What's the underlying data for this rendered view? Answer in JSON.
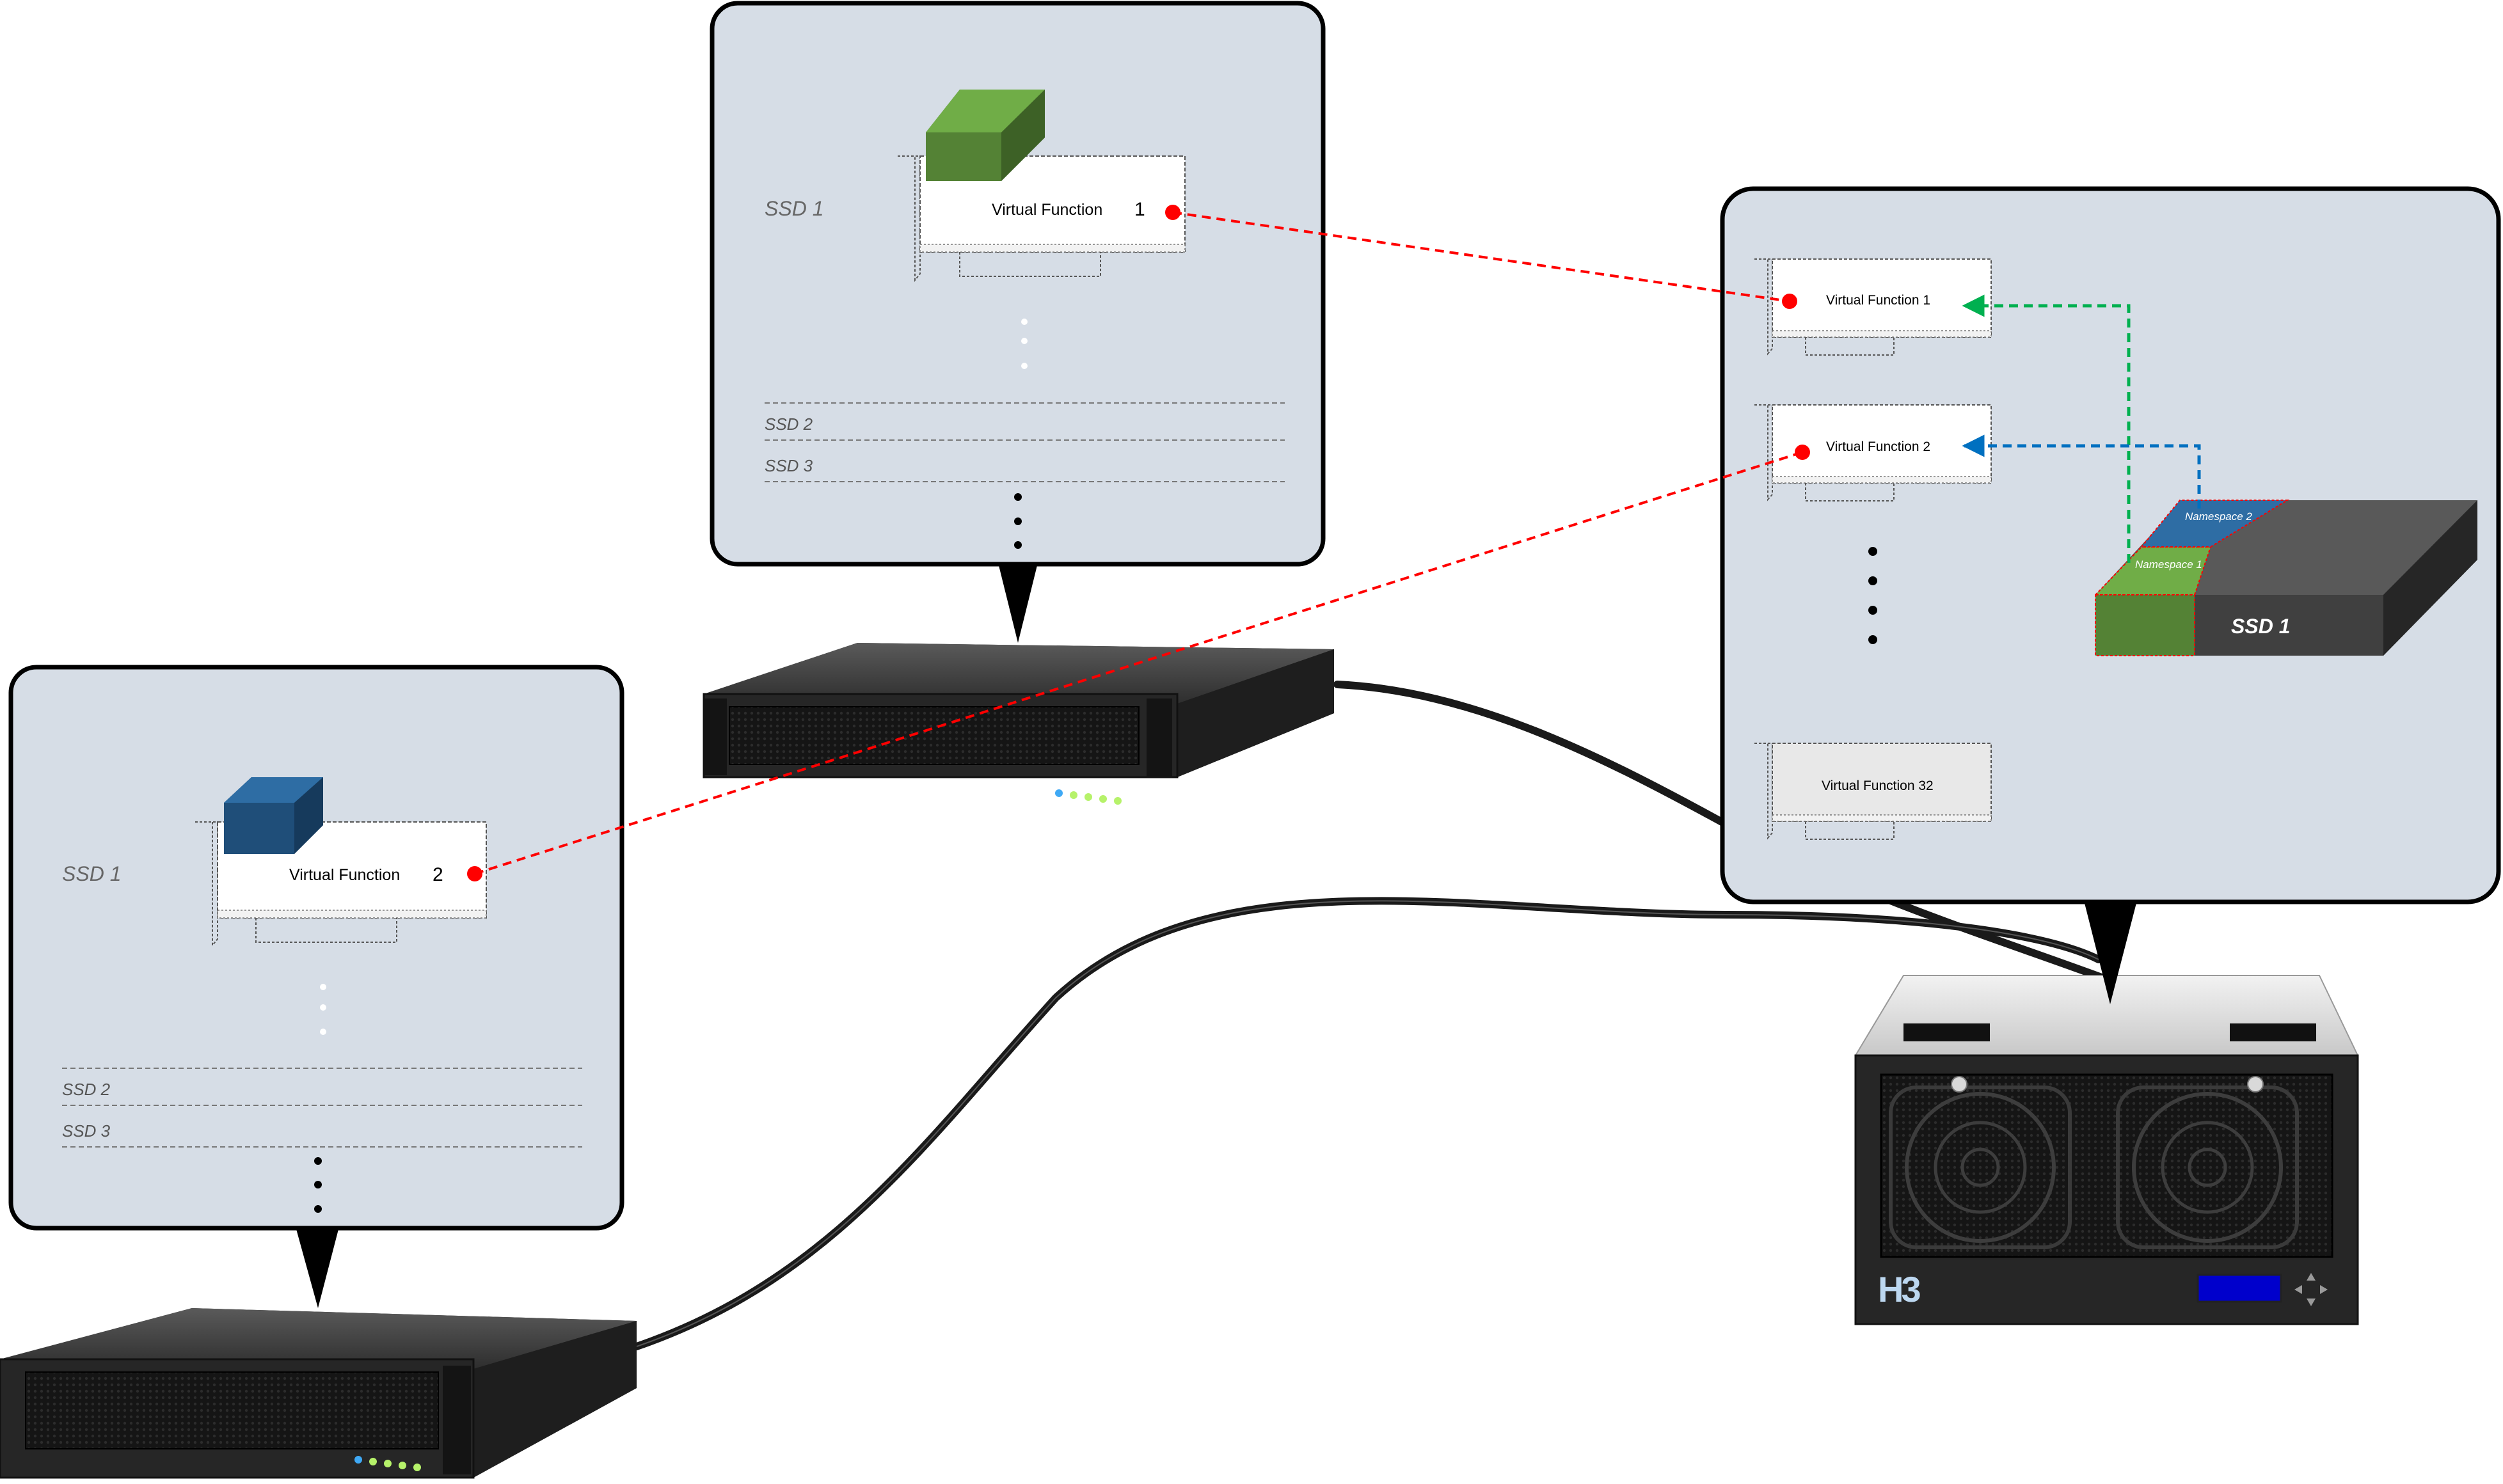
{
  "colors": {
    "panel_fill": "#d6dde6",
    "panel_border": "#000000",
    "ssd_green": "#548235",
    "ssd_blue": "#1f4e79",
    "link_red": "#ff0000",
    "link_green": "#00b050",
    "link_blue": "#0070c0",
    "ssd_dark": "#404040",
    "lcd_blue": "#0000cc",
    "cable": "#1a1a1a"
  },
  "icons": {
    "server": "rack-server-icon",
    "storage": "h3-storage-chassis-icon",
    "card": "pcie-card-icon",
    "drive": "ssd-drive-icon"
  },
  "top_panel": {
    "ssd_label": "SSD 1",
    "card_label": "Virtual Function",
    "card_index": "1",
    "ssd_rows": [
      "SSD 2",
      "SSD 3"
    ]
  },
  "left_panel": {
    "ssd_label": "SSD 1",
    "card_label": "Virtual Function",
    "card_index": "2",
    "ssd_rows": [
      "SSD 2",
      "SSD 3"
    ]
  },
  "right_panel": {
    "vf_cards": [
      "Virtual Function 1",
      "Virtual Function 2",
      "Virtual Function 32"
    ],
    "namespaces": [
      "Namespace 2",
      "Namespace 1"
    ],
    "ssd_label": "SSD 1"
  },
  "storage_box": {
    "logo": "H3"
  }
}
